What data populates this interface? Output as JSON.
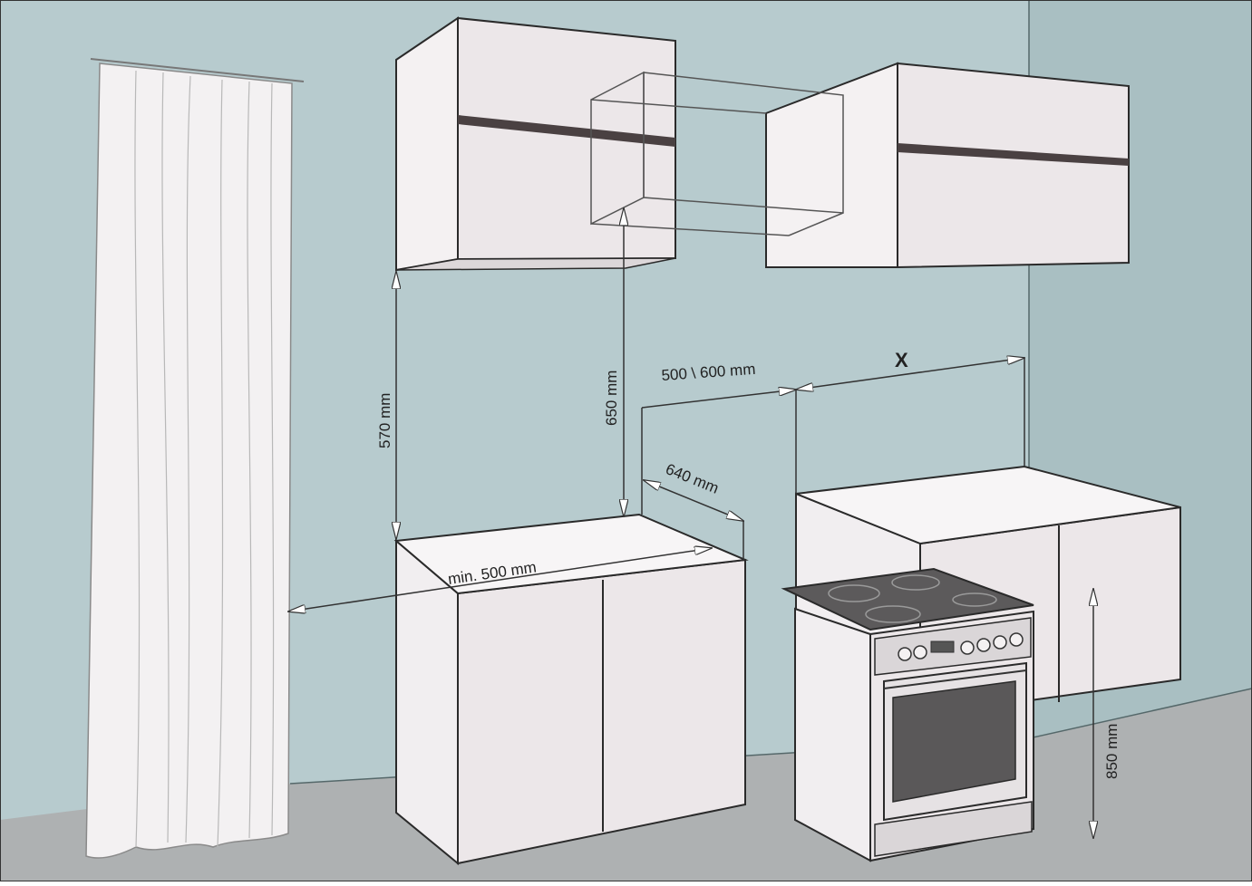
{
  "dimensions": {
    "upper_clearance": "570 mm",
    "hood_clearance": "650 mm",
    "hob_width": "500 \\ 600 mm",
    "variable_gap": "X",
    "depth": "640 mm",
    "side_clearance": "min. 500 mm",
    "worktop_height": "850 mm"
  },
  "colors": {
    "wall": "#b3c9cc",
    "wall_side": "#a6bdc0",
    "floor": "#aeb1b2",
    "cabinet": "#ece7e9",
    "line": "#2a2a2a",
    "handle": "#4a4142"
  }
}
